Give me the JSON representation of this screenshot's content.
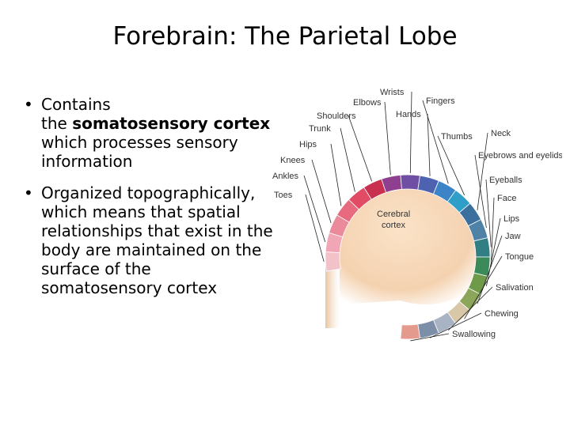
{
  "title": "Forebrain: The Parietal Lobe",
  "bullets": [
    {
      "lines": [
        {
          "pre": "Contains",
          "bold": "",
          "post": ""
        },
        {
          "pre": "the ",
          "bold": "somatosensory cortex",
          "post": ""
        },
        {
          "pre": "which processes sensory",
          "bold": "",
          "post": ""
        },
        {
          "pre": "information",
          "bold": "",
          "post": ""
        }
      ]
    },
    {
      "lines": [
        {
          "pre": "Organized topographically,",
          "bold": "",
          "post": ""
        },
        {
          "pre": "which means that spatial",
          "bold": "",
          "post": ""
        },
        {
          "pre": "relationships that exist in the",
          "bold": "",
          "post": ""
        },
        {
          "pre": "body are maintained on the",
          "bold": "",
          "post": ""
        },
        {
          "pre": "surface of the",
          "bold": "",
          "post": ""
        },
        {
          "pre": "somatosensory cortex",
          "bold": "",
          "post": ""
        }
      ]
    }
  ],
  "bullet_glyph": "•",
  "diagram": {
    "center_label": [
      "Cerebral",
      "cortex"
    ],
    "regions": [
      {
        "label": "Toes",
        "color": "#f2c2c9"
      },
      {
        "label": "Ankles",
        "color": "#f0a6b4"
      },
      {
        "label": "Knees",
        "color": "#eb8a9a"
      },
      {
        "label": "Hips",
        "color": "#e86a7e"
      },
      {
        "label": "Trunk",
        "color": "#e14b63"
      },
      {
        "label": "Shoulders",
        "color": "#c92f4f"
      },
      {
        "label": "Elbows",
        "color": "#8e3f8f"
      },
      {
        "label": "Wrists",
        "color": "#6e4fa3"
      },
      {
        "label": "Hands",
        "color": "#4e62b2"
      },
      {
        "label": "Fingers",
        "color": "#3b84c6"
      },
      {
        "label": "Thumbs",
        "color": "#2f9ec9"
      },
      {
        "label": "Neck",
        "color": "#3a6f9e"
      },
      {
        "label": "Eyebrows and eyelids",
        "color": "#4e82a7"
      },
      {
        "label": "Eyeballs",
        "color": "#2f7f84"
      },
      {
        "label": "Face",
        "color": "#3b8a5a"
      },
      {
        "label": "Lips",
        "color": "#6e9a4a"
      },
      {
        "label": "Jaw",
        "color": "#8ba55a"
      },
      {
        "label": "Tongue",
        "color": "#d8c8a8"
      },
      {
        "label": "Salivation",
        "color": "#a8b4c4"
      },
      {
        "label": "Chewing",
        "color": "#7c8ea8"
      },
      {
        "label": "Swallowing",
        "color": "#e59a8e"
      }
    ]
  }
}
